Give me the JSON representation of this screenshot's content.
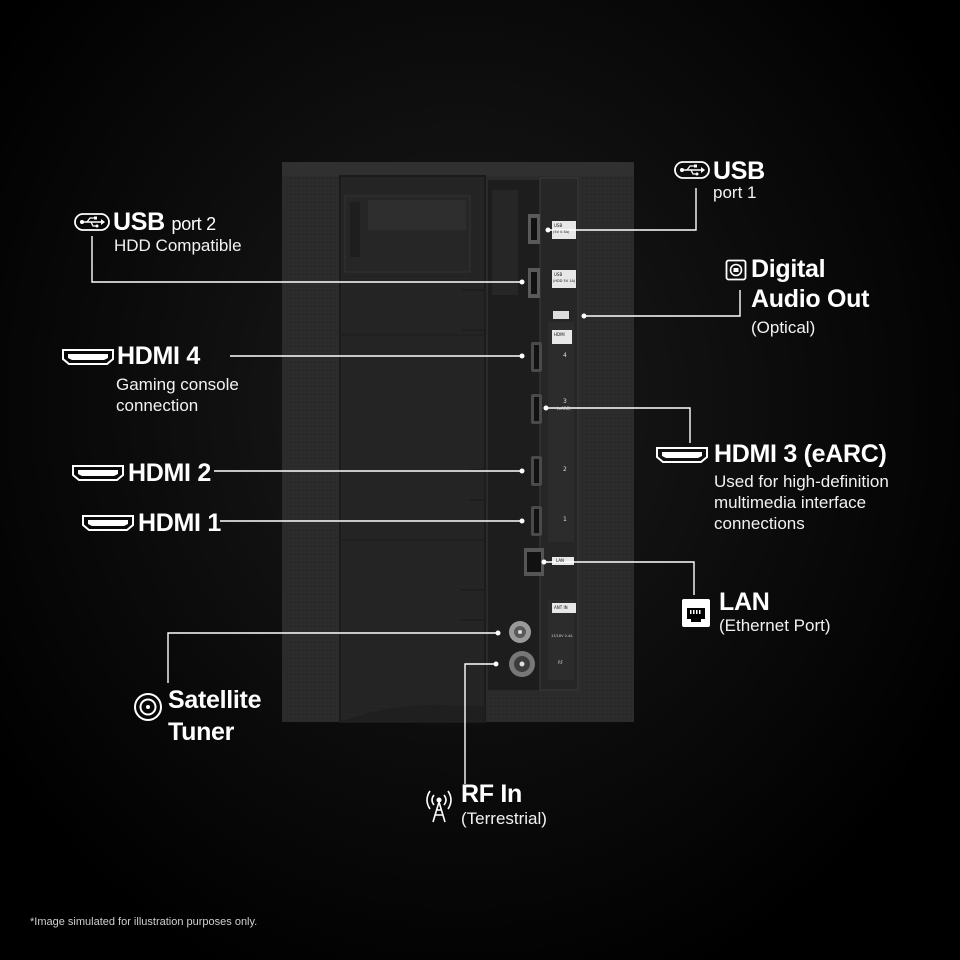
{
  "labels": {
    "usb1": {
      "title": "USB",
      "sub": "port 1"
    },
    "usb2": {
      "title": "USB",
      "suffix": "port 2",
      "sub": "HDD Compatible"
    },
    "digital_audio": {
      "title_line1": "Digital",
      "title_line2": "Audio Out",
      "sub": "(Optical)"
    },
    "hdmi4": {
      "title": "HDMI 4",
      "sub_line1": "Gaming console",
      "sub_line2": "connection"
    },
    "hdmi3": {
      "title": "HDMI 3 (eARC)",
      "sub_line1": "Used for high-definition",
      "sub_line2": "multimedia interface",
      "sub_line3": "connections"
    },
    "hdmi2": {
      "title": "HDMI 2"
    },
    "hdmi1": {
      "title": "HDMI 1"
    },
    "lan": {
      "title": "LAN",
      "sub": "(Ethernet Port)"
    },
    "satellite": {
      "title_line1": "Satellite",
      "title_line2": "Tuner"
    },
    "rf_in": {
      "title": "RF In",
      "sub": "(Terrestrial)"
    }
  },
  "panel_print": {
    "usb_a": "USB",
    "usb_a_spec": "(5V 0.5A)",
    "usb_b": "USB",
    "usb_b_spec": "(HDD 5V 1A)",
    "hdmi": "HDMI",
    "hdmi_4": "4",
    "hdmi_3": "3",
    "hdmi_3_spec": "(eARC)",
    "hdmi_2": "2",
    "hdmi_1": "1",
    "lan": "LAN",
    "ant": "ANT IN",
    "sat_spec": "13/18V 0.4A",
    "rf": "RF"
  },
  "footnote": "*Image simulated for illustration purposes only.",
  "icons": [
    "usb-icon",
    "optical-icon",
    "hdmi-icon",
    "ethernet-icon",
    "coax-icon",
    "antenna-icon"
  ],
  "colors": {
    "background": "#000000",
    "panel": "#2a2a2a",
    "leader_line": "#ffffff",
    "text": "#ffffff"
  }
}
